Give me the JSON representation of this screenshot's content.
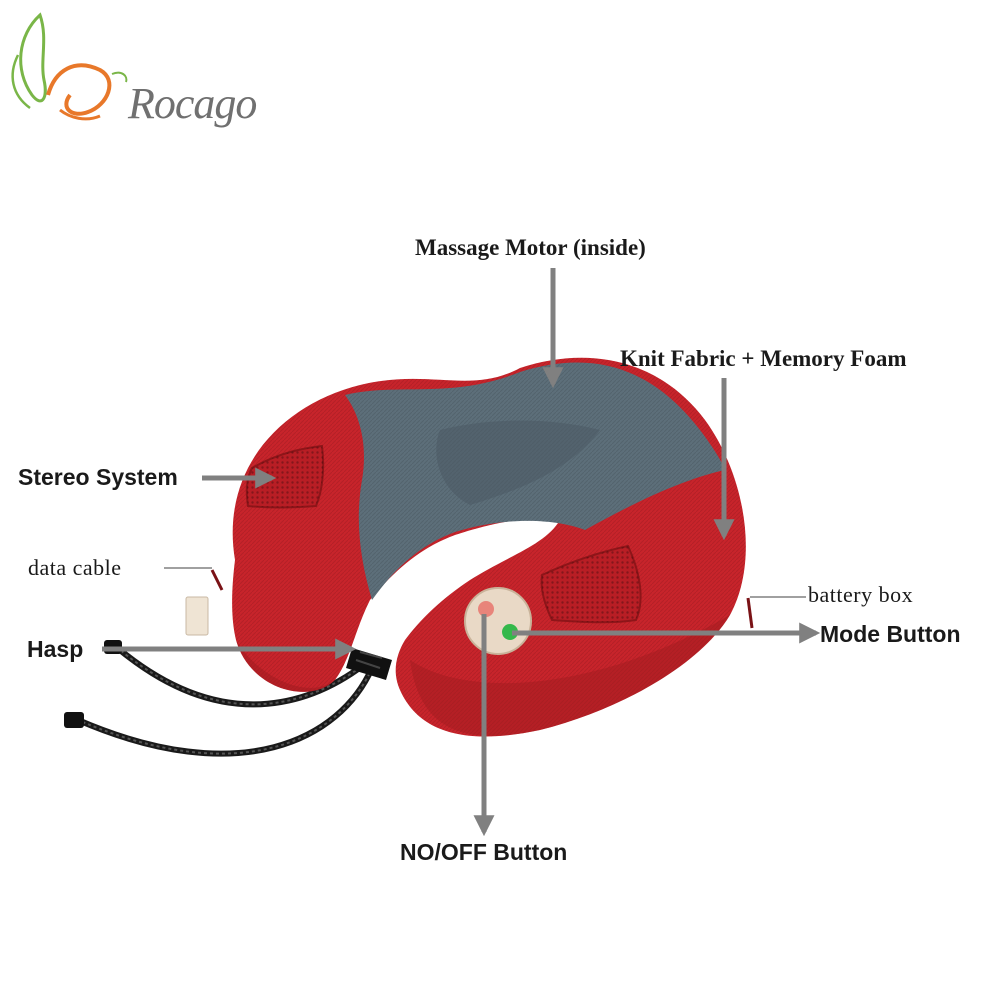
{
  "brand": {
    "name": "Rocago",
    "colors": {
      "green": "#7ab648",
      "orange": "#e8782a",
      "gray": "#707070"
    }
  },
  "labels": {
    "massage_motor": "Massage Motor (inside)",
    "knit_fabric": "Knit Fabric + Memory Foam",
    "stereo_system": "Stereo System",
    "data_cable": "data cable",
    "battery_box": "battery box",
    "hasp": "Hasp",
    "mode_button": "Mode Button",
    "on_off_button": "NO/OFF Button"
  },
  "colors": {
    "pillow_red": "#c8242b",
    "pillow_red_dark": "#9e1a20",
    "pillow_gray": "#5d6f7a",
    "pillow_gray_dark": "#4a5a64",
    "arrow_gray": "#808080",
    "button_green": "#34b84a",
    "button_pink": "#e8847a",
    "button_plate": "#e9d9c6"
  }
}
